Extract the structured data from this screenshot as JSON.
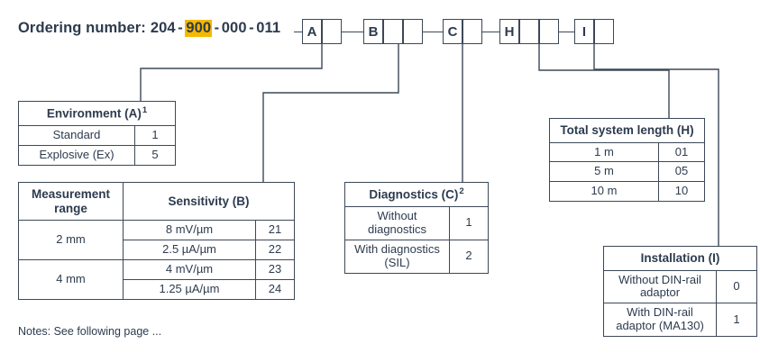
{
  "order": {
    "label": "Ordering number:",
    "parts": [
      "204",
      "900",
      "000",
      "011"
    ],
    "highlight_index": 1,
    "highlight_color": "#f5b800",
    "separator": "-",
    "groups": [
      {
        "key": "A",
        "letter": "A",
        "cells": 2
      },
      {
        "key": "B",
        "letter": "B",
        "cells": 3
      },
      {
        "key": "C",
        "letter": "C",
        "cells": 2
      },
      {
        "key": "H",
        "letter": "H",
        "cells": 3
      },
      {
        "key": "I",
        "letter": "I",
        "cells": 2
      }
    ]
  },
  "tables": {
    "environment": {
      "title": "Environment (A)",
      "footnote": "1",
      "rows": [
        {
          "label": "Standard",
          "code": "1"
        },
        {
          "label": "Explosive (Ex)",
          "code": "5"
        }
      ]
    },
    "sensitivity": {
      "title_range": "Measurement range",
      "title_sensitivity": "Sensitivity (B)",
      "rows": [
        {
          "range": "2 mm",
          "items": [
            {
              "value": "8 mV/µm",
              "code": "21"
            },
            {
              "value": "2.5 µA/µm",
              "code": "22"
            }
          ]
        },
        {
          "range": "4 mm",
          "items": [
            {
              "value": "4 mV/µm",
              "code": "23"
            },
            {
              "value": "1.25 µA/µm",
              "code": "24"
            }
          ]
        }
      ]
    },
    "diagnostics": {
      "title": "Diagnostics (C)",
      "footnote": "2",
      "rows": [
        {
          "label": "Without diagnostics",
          "code": "1"
        },
        {
          "label": "With diagnostics (SIL)",
          "code": "2"
        }
      ]
    },
    "length": {
      "title": "Total system length (H)",
      "rows": [
        {
          "label": "1 m",
          "code": "01"
        },
        {
          "label": "5 m",
          "code": "05"
        },
        {
          "label": "10 m",
          "code": "10"
        }
      ]
    },
    "installation": {
      "title": "Installation (I)",
      "rows": [
        {
          "label": "Without DIN-rail adaptor",
          "code": "0"
        },
        {
          "label": "With DIN-rail adaptor (MA130)",
          "code": "1"
        }
      ]
    }
  },
  "notes": "Notes: See following page ..."
}
